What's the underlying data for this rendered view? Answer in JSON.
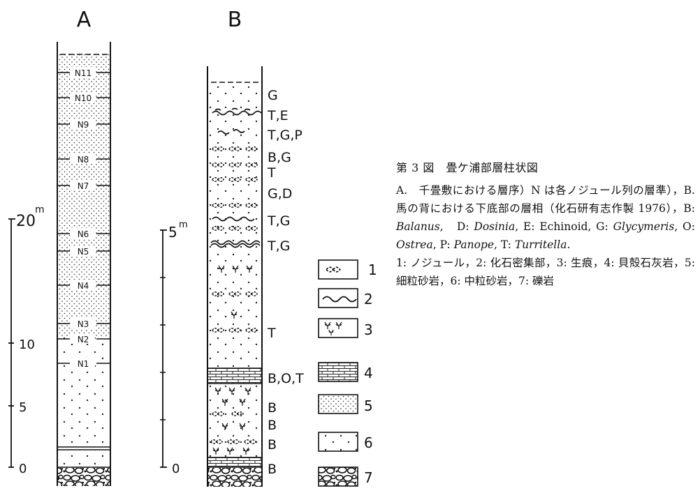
{
  "columns": {
    "a": {
      "title": "A",
      "units": [
        "N11",
        "N10",
        "N9",
        "N8",
        "N7",
        "N6",
        "N5",
        "N4",
        "N3",
        "N2",
        "N1"
      ],
      "scale": {
        "top_label": "20",
        "top_unit": "m",
        "mid1": "10",
        "mid2": "5",
        "zero": "0"
      }
    },
    "b": {
      "title": "B",
      "fossil_labels": [
        "G",
        "T,E",
        "T,G,P",
        "B,G",
        "T",
        "G,D",
        "T,G",
        "T,G",
        "T",
        "B,O,T",
        "B",
        "B",
        "B",
        "B"
      ],
      "scale": {
        "top_label": "5",
        "top_unit": "m",
        "zero": "0"
      }
    }
  },
  "legend": [
    {
      "num": "1",
      "pattern": "nodule"
    },
    {
      "num": "2",
      "pattern": "fossil-concentration"
    },
    {
      "num": "3",
      "pattern": "trace-fossil"
    },
    {
      "num": "4",
      "pattern": "shell-limestone"
    },
    {
      "num": "5",
      "pattern": "fine-sandstone"
    },
    {
      "num": "6",
      "pattern": "medium-sandstone"
    },
    {
      "num": "7",
      "pattern": "conglomerate"
    }
  ],
  "caption": {
    "title": "第 3 図　畳ケ浦部層柱状図",
    "line_a": "A.　千畳敷における層序）N は各ノジュール列の層準），B.　馬の背における下底部の層相（化石研有志作製 1976），",
    "b_label": "B:",
    "b_genus": "Balanus",
    "d_label": ",　D:",
    "d_genus": "Dosinia",
    "e_label": ", E: Echinoid, G:",
    "g_genus": "Glycymeris",
    "o_label": ", O:",
    "o_genus": "Ostrea",
    "p_label": ", P:",
    "p_genus": "Panope",
    "t_label": ", T:",
    "t_genus": "Turritella",
    "end": ".",
    "legend_text": "1: ノジュール，2: 化石密集部，3: 生痕，4: 貝殻石灰岩，5: 細粒砂岩，6: 中粒砂岩，7: 礫岩"
  }
}
